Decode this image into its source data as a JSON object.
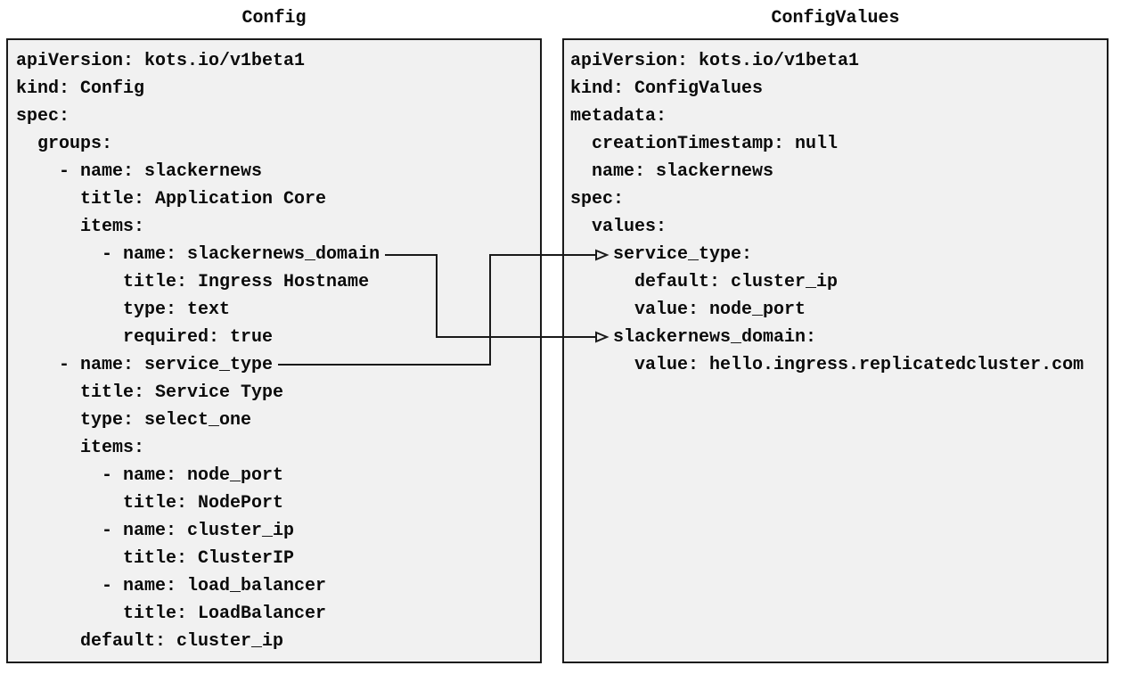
{
  "diagram": {
    "left_panel": {
      "title": "Config",
      "code": [
        "apiVersion: kots.io/v1beta1",
        "kind: Config",
        "spec:",
        "  groups:",
        "    - name: slackernews",
        "      title: Application Core",
        "      items:",
        "        - name: slackernews_domain",
        "          title: Ingress Hostname",
        "          type: text",
        "          required: true",
        "    - name: service_type",
        "      title: Service Type",
        "      type: select_one",
        "      items:",
        "        - name: node_port",
        "          title: NodePort",
        "        - name: cluster_ip",
        "          title: ClusterIP",
        "        - name: load_balancer",
        "          title: LoadBalancer",
        "      default: cluster_ip"
      ]
    },
    "right_panel": {
      "title": "ConfigValues",
      "code": [
        "apiVersion: kots.io/v1beta1",
        "kind: ConfigValues",
        "metadata:",
        "  creationTimestamp: null",
        "  name: slackernews",
        "spec:",
        "  values:",
        "    service_type:",
        "      default: cluster_ip",
        "      value: node_port",
        "    slackernews_domain:",
        "      value: hello.ingress.replicatedcluster.com"
      ]
    },
    "connections": [
      {
        "from": "slackernews_domain",
        "to": "slackernews_domain"
      },
      {
        "from": "service_type",
        "to": "service_type"
      }
    ],
    "colors": {
      "panel_bg": "#f1f1f1",
      "panel_border": "#1a1a1a",
      "text": "#0b0b0b",
      "connector": "#1a1a1a"
    }
  }
}
